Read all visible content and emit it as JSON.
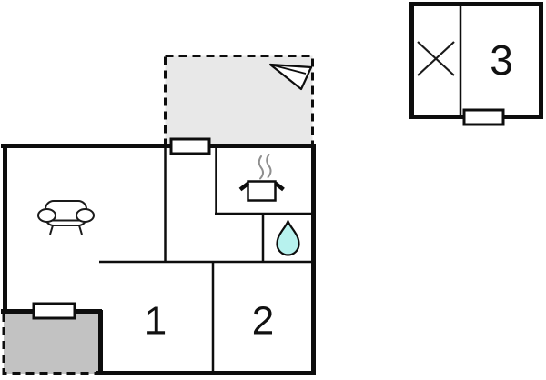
{
  "floorplan": {
    "name": "holiday-home-floor-plan",
    "rooms": [
      {
        "id": "room-1",
        "label": "1"
      },
      {
        "id": "room-2",
        "label": "2"
      },
      {
        "id": "room-3",
        "label": "3"
      }
    ],
    "icons": [
      {
        "name": "sofa-icon"
      },
      {
        "name": "cooking-pot-icon"
      },
      {
        "name": "steam-icon"
      },
      {
        "name": "water-drop-icon"
      },
      {
        "name": "x-marker-icon"
      },
      {
        "name": "direction-arrow-icon"
      }
    ],
    "doors": [
      {
        "name": "main-entrance-door"
      },
      {
        "name": "terrace-door"
      },
      {
        "name": "annex-door"
      }
    ]
  },
  "colors": {
    "wall": "#0d0d0d",
    "background": "#ffffff",
    "terrace_top_fill": "#e8e8e8",
    "terrace_bottom_fill": "#c2c2c2",
    "water_drop_fill": "#b7f2ee",
    "steam_gray": "#8f8f8f"
  }
}
